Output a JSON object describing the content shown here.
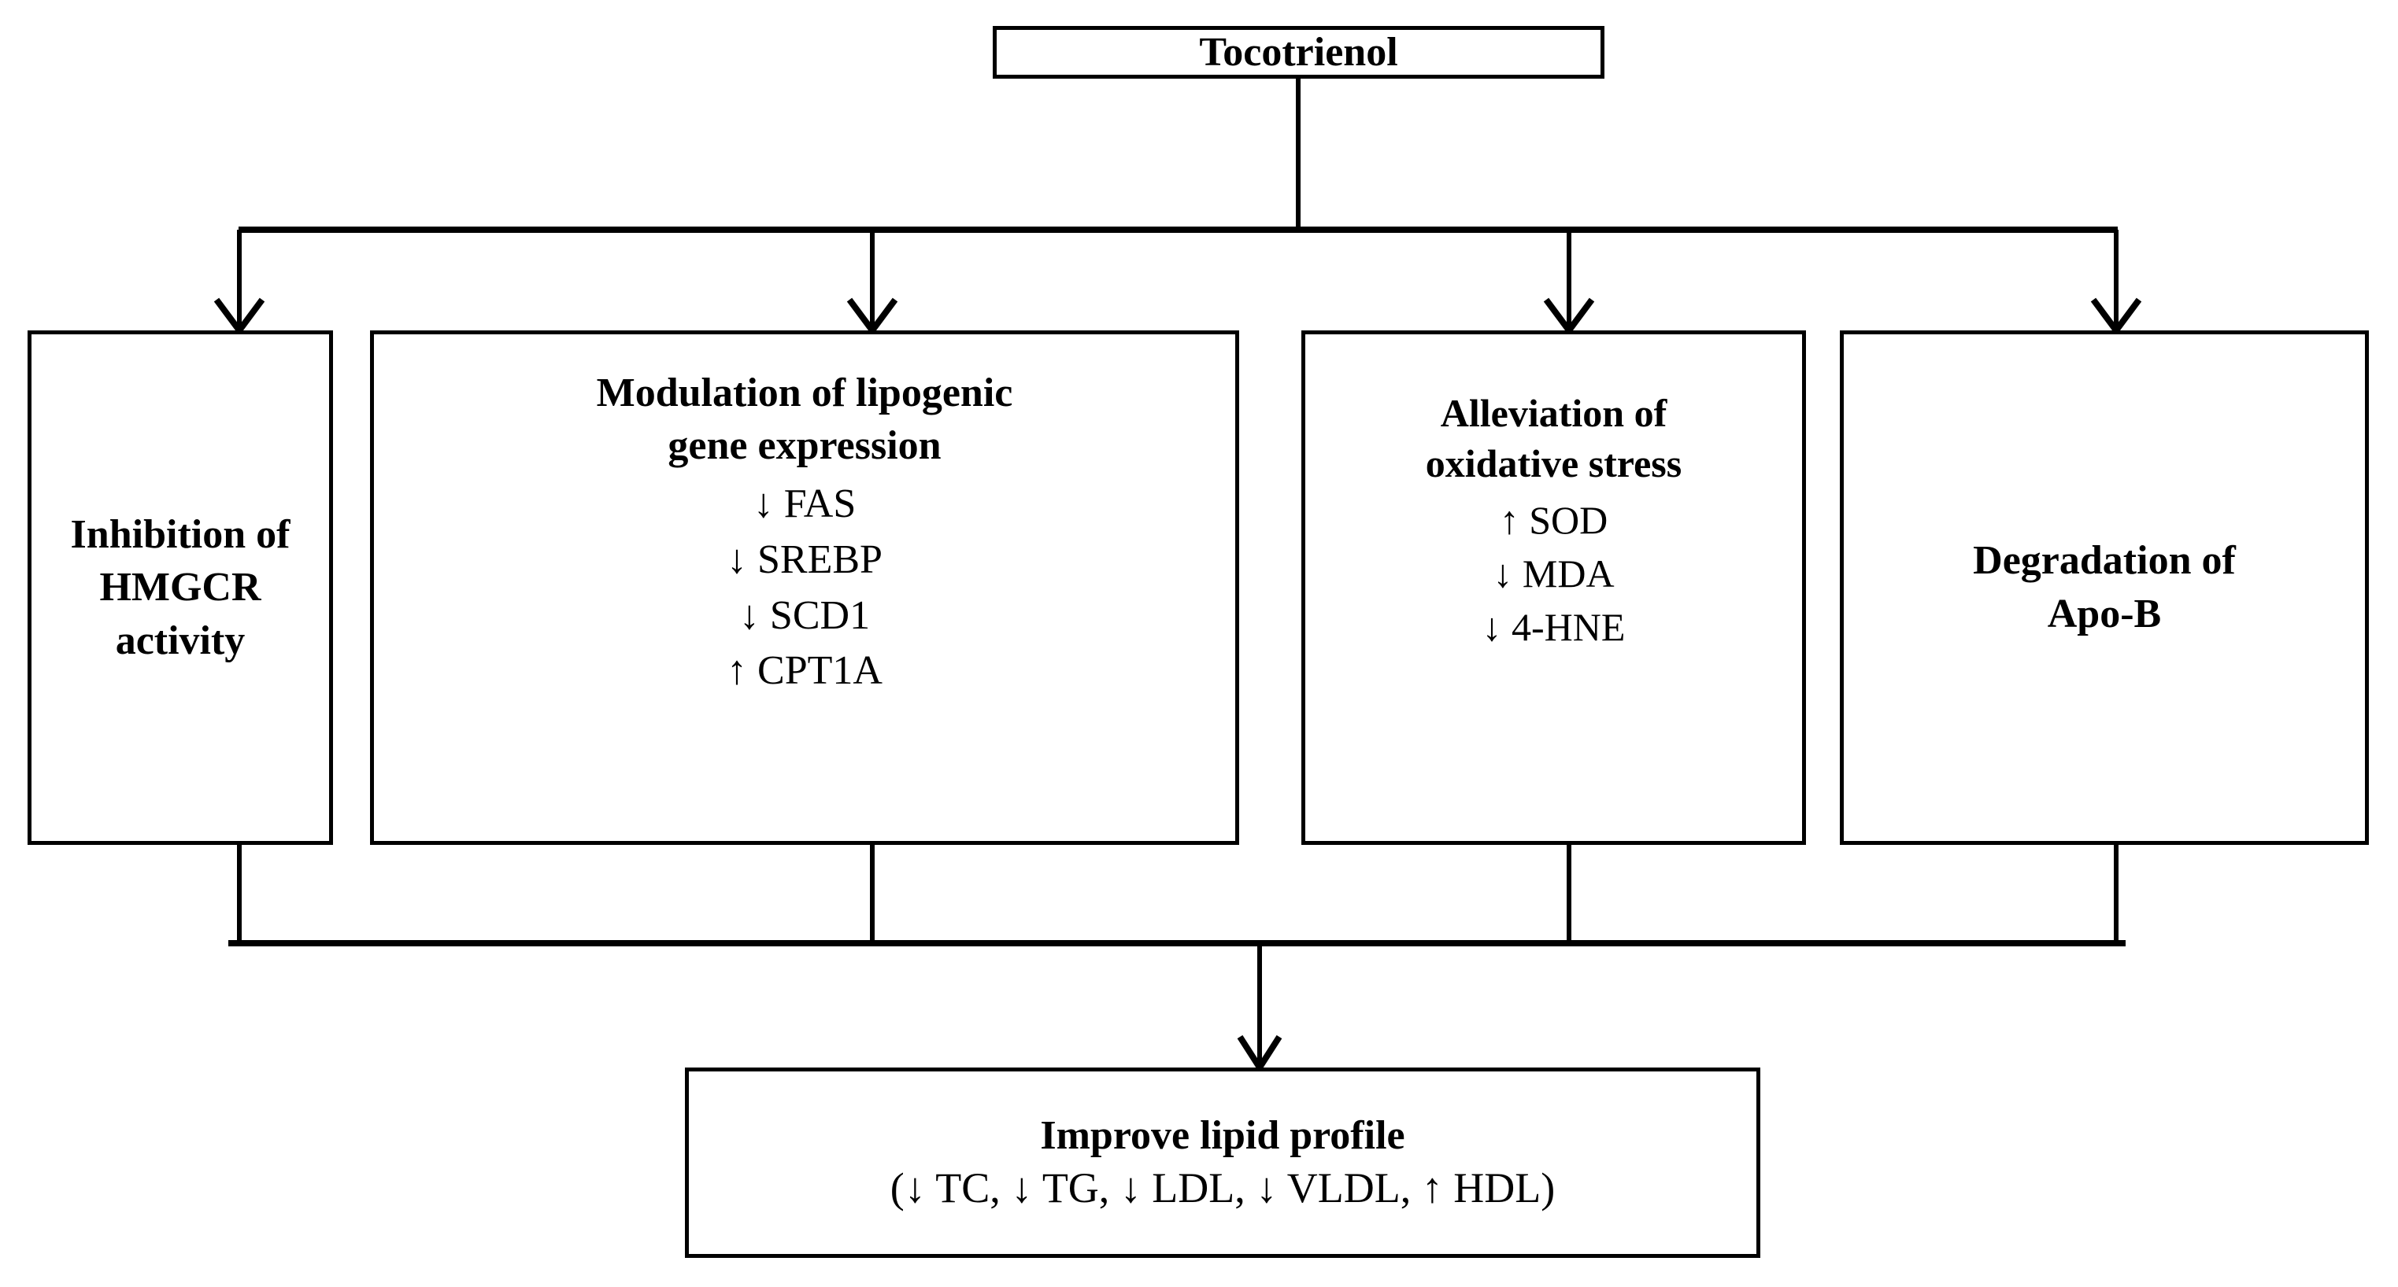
{
  "diagram": {
    "type": "flowchart",
    "orientation": "top-down",
    "background_color": "#ffffff",
    "line_color": "#000000",
    "nodes": {
      "tocotrienol": {
        "title": "Tocotrienol"
      },
      "hmgcr": {
        "title": "Inhibition of\nHMGCR\nactivity"
      },
      "lipogenic": {
        "title": "Modulation of lipogenic\ngene expression",
        "items": [
          "↓ FAS",
          "↓ SREBP",
          "↓ SCD1",
          "↑ CPT1A"
        ]
      },
      "oxidative": {
        "title": "Alleviation of\noxidative stress",
        "items": [
          "↑ SOD",
          "↓ MDA",
          "↓ 4-HNE"
        ]
      },
      "apob": {
        "title": "Degradation of\nApo-B"
      },
      "lipid_profile": {
        "title": "Improve  lipid  profile",
        "formula": "(↓ TC, ↓ TG, ↓ LDL, ↓ VLDL, ↑ HDL)"
      }
    },
    "edges": [
      {
        "from": "tocotrienol",
        "to": "hmgcr",
        "arrow": "down"
      },
      {
        "from": "tocotrienol",
        "to": "lipogenic",
        "arrow": "down"
      },
      {
        "from": "tocotrienol",
        "to": "oxidative",
        "arrow": "down"
      },
      {
        "from": "tocotrienol",
        "to": "apob",
        "arrow": "down"
      },
      {
        "from": "hmgcr",
        "to": "lipid_profile",
        "arrow": "down"
      },
      {
        "from": "lipogenic",
        "to": "lipid_profile",
        "arrow": "down"
      },
      {
        "from": "oxidative",
        "to": "lipid_profile",
        "arrow": "down"
      },
      {
        "from": "apob",
        "to": "lipid_profile",
        "arrow": "down"
      }
    ]
  }
}
